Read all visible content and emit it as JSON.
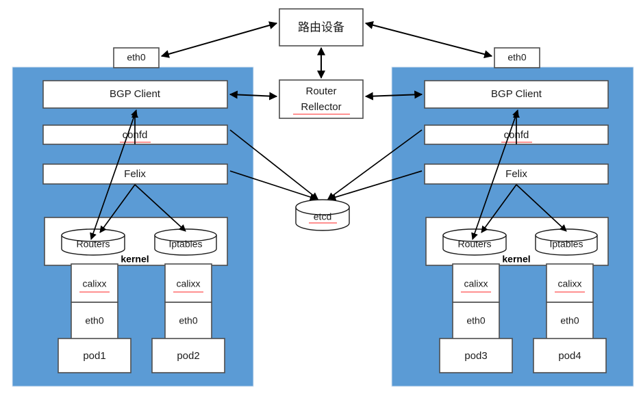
{
  "diagram": {
    "title": "Calico BGP network architecture",
    "colors": {
      "node_panel": "#5B9BD5",
      "box_fill": "#ffffff",
      "box_stroke": "#4d4d4d",
      "arrow": "#000000",
      "spellcheck_underline": "#ff4d4d"
    },
    "top": {
      "router_device": "路由设备",
      "route_reflector_line1": "Router",
      "route_reflector_line2": "Rellector"
    },
    "shared": {
      "etcd": "etcd"
    },
    "nodes": [
      {
        "id": "node-left",
        "eth0": "eth0",
        "bgp_client": "BGP Client",
        "confd": "confd",
        "felix": "Felix",
        "kernel": "kernel",
        "routers": "Routers",
        "iptables": "Iptables",
        "workloads": [
          {
            "calixx": "calixx",
            "eth0": "eth0",
            "pod": "pod1"
          },
          {
            "calixx": "calixx",
            "eth0": "eth0",
            "pod": "pod2"
          }
        ]
      },
      {
        "id": "node-right",
        "eth0": "eth0",
        "bgp_client": "BGP Client",
        "confd": "confd",
        "felix": "Felix",
        "kernel": "kernel",
        "routers": "Routers",
        "iptables": "Iptables",
        "workloads": [
          {
            "calixx": "calixx",
            "eth0": "eth0",
            "pod": "pod3"
          },
          {
            "calixx": "calixx",
            "eth0": "eth0",
            "pod": "pod4"
          }
        ]
      }
    ]
  }
}
